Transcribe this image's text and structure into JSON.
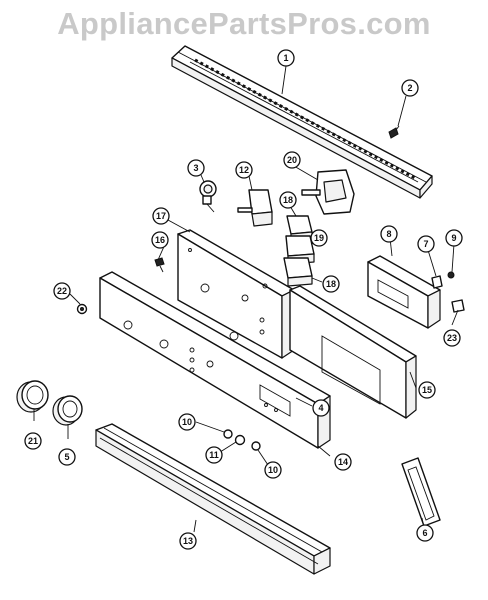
{
  "watermark": "AppliancePartsPros.com",
  "callouts": [
    "1",
    "2",
    "3",
    "12",
    "20",
    "17",
    "18",
    "19",
    "16",
    "18",
    "8",
    "7",
    "9",
    "22",
    "23",
    "15",
    "4",
    "10",
    "11",
    "10",
    "21",
    "5",
    "14",
    "6",
    "13"
  ]
}
